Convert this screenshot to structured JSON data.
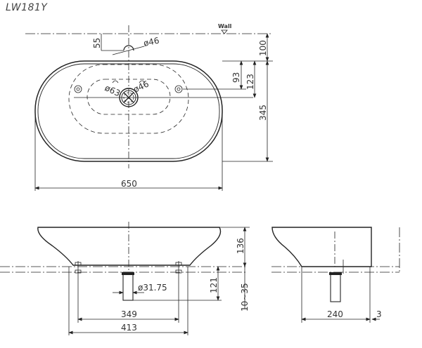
{
  "title": "LW181Y",
  "top_view": {
    "wall_label": "Wall",
    "tap_hole_dia": "ø46",
    "tap_hole_offset": "55",
    "wall_to_basin": "100",
    "depth_total": "345",
    "drain_offset_a": "93",
    "drain_offset_b": "123",
    "drain_outer_dia": "ø63",
    "drain_inner_dia": "ø46",
    "width_total": "650"
  },
  "front_view": {
    "height": "136",
    "drain_dia": "ø31.75",
    "drain_length": "121",
    "counter_thickness": "10~35",
    "bolt_spacing": "349",
    "base_width": "413"
  },
  "side_view": {
    "base_depth": "240",
    "wall_gap": "3"
  }
}
